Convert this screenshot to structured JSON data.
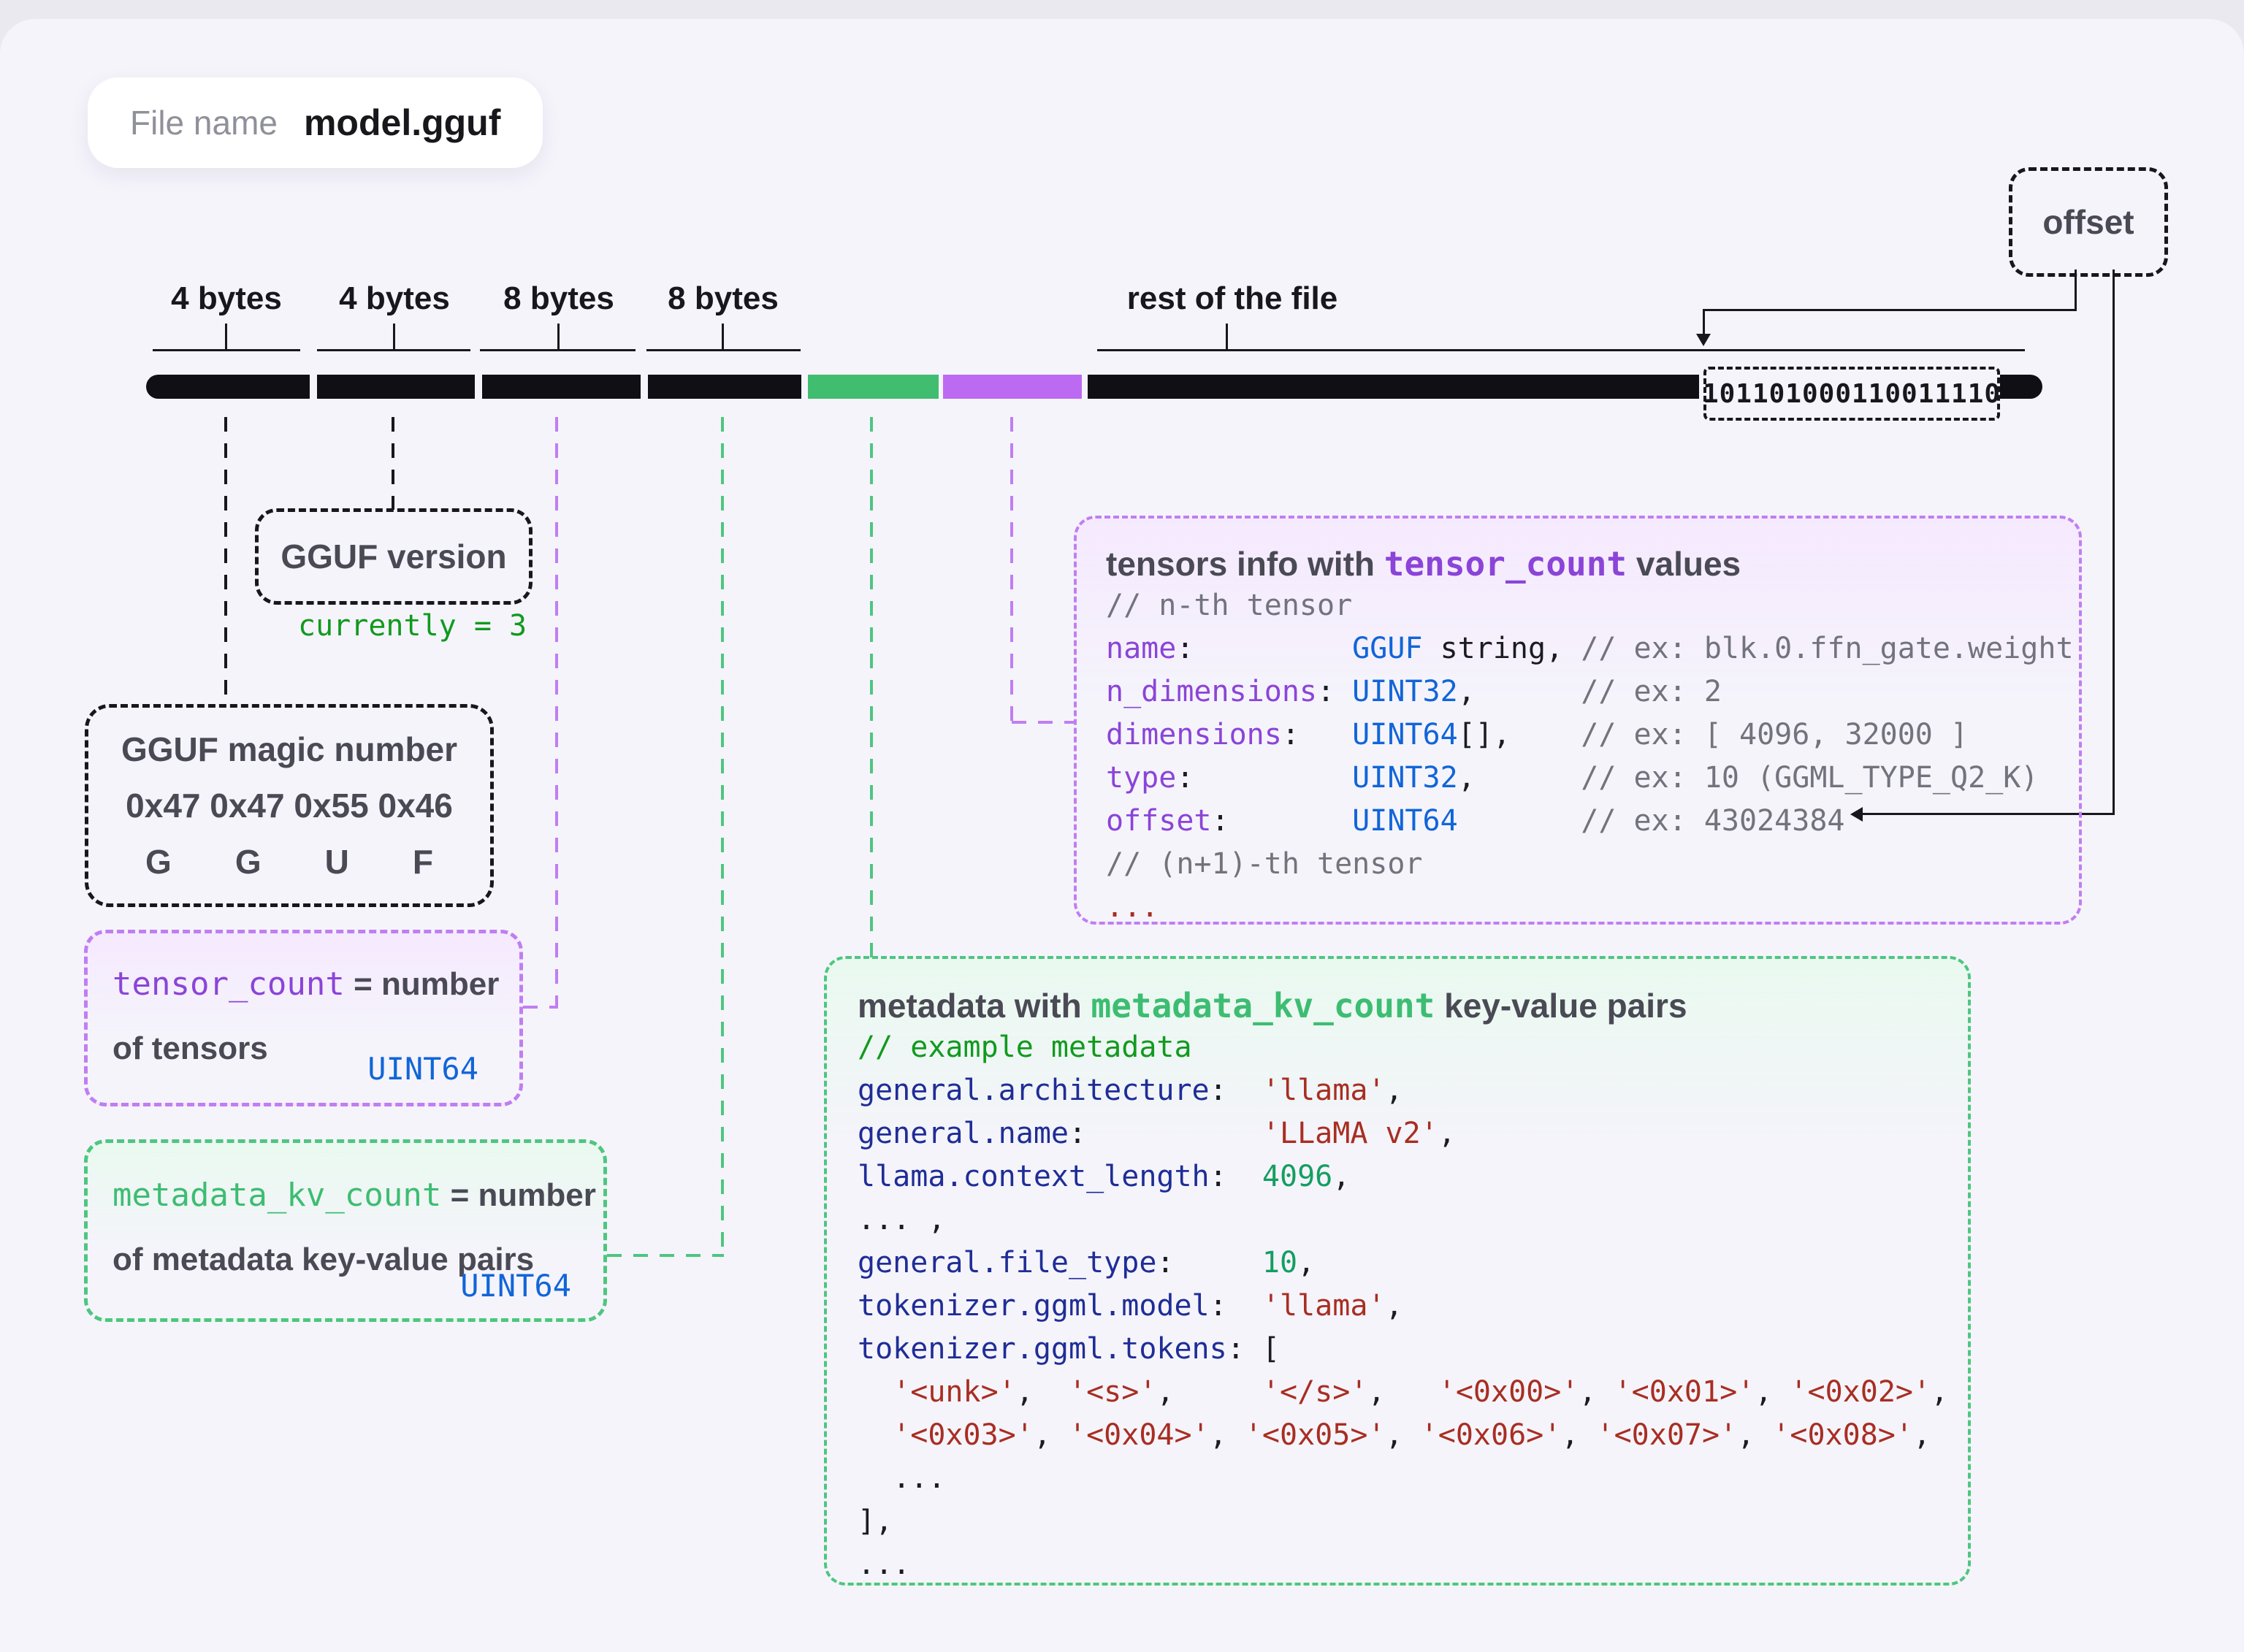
{
  "file_pill": {
    "label": "File name",
    "value": "model.gguf"
  },
  "offset_box": {
    "label": "offset"
  },
  "byte_groups": [
    {
      "label": "4 bytes"
    },
    {
      "label": "4 bytes"
    },
    {
      "label": "8 bytes"
    },
    {
      "label": "8 bytes"
    }
  ],
  "rest_of_file": {
    "label": "rest of the file"
  },
  "bar": {
    "binary": "101101000110011110",
    "segments": [
      "magic",
      "version",
      "tensor_count",
      "metadata_kv_count",
      "metadata",
      "tensors_info",
      "rest",
      "offset-binary",
      "end-cap"
    ]
  },
  "version_box": {
    "title": "GGUF version",
    "note": "currently = 3"
  },
  "magic_box": {
    "title": "GGUF magic number",
    "hex": "0x47 0x47 0x55 0x46",
    "letters": [
      {
        "ch": "G"
      },
      {
        "ch": "G"
      },
      {
        "ch": "U"
      },
      {
        "ch": "F"
      }
    ]
  },
  "tensor_count_box": {
    "id": "tensor_count",
    "eq": " = number",
    "line2": "of tensors",
    "type": "UINT64"
  },
  "metadata_kv_box": {
    "id": "metadata_kv_count",
    "eq": " = number",
    "line2": "of metadata key-value pairs",
    "type": "UINT64"
  },
  "tensors_box": {
    "title": [
      {
        "t": "tensors info with ",
        "c": "tb"
      },
      {
        "t": "tensor_count",
        "c": "tm purple"
      },
      {
        "t": " values",
        "c": "tb"
      }
    ],
    "lines": [
      [
        {
          "t": "// n-th tensor",
          "c": "g"
        }
      ],
      [
        {
          "t": "name",
          "c": "k"
        },
        {
          "t": ":",
          "c": "p"
        },
        {
          "t": "         ",
          "c": "p"
        },
        {
          "t": "GGUF",
          "c": "b"
        },
        {
          "t": " string, ",
          "c": "p"
        },
        {
          "t": "// ex: blk.0.ffn_gate.weight",
          "c": "g"
        }
      ],
      [
        {
          "t": "n_dimensions",
          "c": "k"
        },
        {
          "t": ": ",
          "c": "p"
        },
        {
          "t": "UINT32",
          "c": "b"
        },
        {
          "t": ",",
          "c": "p"
        },
        {
          "t": "      ",
          "c": "p"
        },
        {
          "t": "// ex: 2",
          "c": "g"
        }
      ],
      [
        {
          "t": "dimensions",
          "c": "k"
        },
        {
          "t": ":",
          "c": "p"
        },
        {
          "t": "   ",
          "c": "p"
        },
        {
          "t": "UINT64",
          "c": "b"
        },
        {
          "t": "[],",
          "c": "p"
        },
        {
          "t": "    ",
          "c": "p"
        },
        {
          "t": "// ex: [ 4096, 32000 ]",
          "c": "g"
        }
      ],
      [
        {
          "t": "type",
          "c": "k"
        },
        {
          "t": ":",
          "c": "p"
        },
        {
          "t": "         ",
          "c": "p"
        },
        {
          "t": "UINT32",
          "c": "b"
        },
        {
          "t": ",",
          "c": "p"
        },
        {
          "t": "      ",
          "c": "p"
        },
        {
          "t": "// ex: 10 (GGML_TYPE_Q2_K)",
          "c": "g"
        }
      ],
      [
        {
          "t": "offset",
          "c": "k"
        },
        {
          "t": ":",
          "c": "p"
        },
        {
          "t": "       ",
          "c": "p"
        },
        {
          "t": "UINT64",
          "c": "b"
        },
        {
          "t": "       ",
          "c": "p"
        },
        {
          "t": "// ex: 43024384",
          "c": "g"
        }
      ],
      [
        {
          "t": "// (n+1)-th tensor",
          "c": "g"
        }
      ],
      [
        {
          "t": "...",
          "c": "r"
        }
      ]
    ]
  },
  "metadata_box": {
    "title": [
      {
        "t": "metadata with ",
        "c": "tb"
      },
      {
        "t": "metadata_kv_count",
        "c": "tm green"
      },
      {
        "t": " key-value pairs",
        "c": "tb"
      }
    ],
    "lines": [
      [
        {
          "t": "// example metadata",
          "c": "gc"
        }
      ],
      [
        {
          "t": "general.architecture",
          "c": "nk"
        },
        {
          "t": ":",
          "c": "p"
        },
        {
          "t": "  ",
          "c": "p"
        },
        {
          "t": "'llama'",
          "c": "s"
        },
        {
          "t": ",",
          "c": "p"
        }
      ],
      [
        {
          "t": "general.name",
          "c": "nk"
        },
        {
          "t": ":",
          "c": "p"
        },
        {
          "t": "          ",
          "c": "p"
        },
        {
          "t": "'LLaMA v2'",
          "c": "s"
        },
        {
          "t": ",",
          "c": "p"
        }
      ],
      [
        {
          "t": "llama.context_length",
          "c": "nk"
        },
        {
          "t": ":",
          "c": "p"
        },
        {
          "t": "  ",
          "c": "p"
        },
        {
          "t": "4096",
          "c": "n"
        },
        {
          "t": ",",
          "c": "p"
        }
      ],
      [
        {
          "t": "... ,",
          "c": "p"
        }
      ],
      [
        {
          "t": "general.file_type",
          "c": "nk"
        },
        {
          "t": ":",
          "c": "p"
        },
        {
          "t": "     ",
          "c": "p"
        },
        {
          "t": "10",
          "c": "n"
        },
        {
          "t": ",",
          "c": "p"
        }
      ],
      [
        {
          "t": "tokenizer.ggml.model",
          "c": "nk"
        },
        {
          "t": ":",
          "c": "p"
        },
        {
          "t": "  ",
          "c": "p"
        },
        {
          "t": "'llama'",
          "c": "s"
        },
        {
          "t": ",",
          "c": "p"
        }
      ],
      [
        {
          "t": "tokenizer.ggml.tokens",
          "c": "nk"
        },
        {
          "t": ":",
          "c": "p"
        },
        {
          "t": " [",
          "c": "p"
        }
      ],
      [
        {
          "t": "  ",
          "c": "p"
        },
        {
          "t": "'<unk>'",
          "c": "s"
        },
        {
          "t": ",  ",
          "c": "p"
        },
        {
          "t": "'<s>'",
          "c": "s"
        },
        {
          "t": ",     ",
          "c": "p"
        },
        {
          "t": "'</s>'",
          "c": "s"
        },
        {
          "t": ",   ",
          "c": "p"
        },
        {
          "t": "'<0x00>'",
          "c": "s"
        },
        {
          "t": ", ",
          "c": "p"
        },
        {
          "t": "'<0x01>'",
          "c": "s"
        },
        {
          "t": ", ",
          "c": "p"
        },
        {
          "t": "'<0x02>'",
          "c": "s"
        },
        {
          "t": ",",
          "c": "p"
        }
      ],
      [
        {
          "t": "  ",
          "c": "p"
        },
        {
          "t": "'<0x03>'",
          "c": "s"
        },
        {
          "t": ", ",
          "c": "p"
        },
        {
          "t": "'<0x04>'",
          "c": "s"
        },
        {
          "t": ", ",
          "c": "p"
        },
        {
          "t": "'<0x05>'",
          "c": "s"
        },
        {
          "t": ", ",
          "c": "p"
        },
        {
          "t": "'<0x06>'",
          "c": "s"
        },
        {
          "t": ", ",
          "c": "p"
        },
        {
          "t": "'<0x07>'",
          "c": "s"
        },
        {
          "t": ", ",
          "c": "p"
        },
        {
          "t": "'<0x08>'",
          "c": "s"
        },
        {
          "t": ",",
          "c": "p"
        }
      ],
      [
        {
          "t": "  ...",
          "c": "p"
        }
      ],
      [
        {
          "t": "],",
          "c": "p"
        }
      ],
      [
        {
          "t": "...",
          "c": "p"
        }
      ]
    ]
  },
  "colors": {
    "background": "#f5f4fb",
    "band": "#e9e9ef",
    "bar_black": "#101014",
    "segment_green": "#41bd70",
    "segment_purple": "#bd6af2",
    "border_purple": "#c07ef2",
    "border_green": "#4ec67f",
    "box_text": "#4a4a55",
    "label_dark": "#17171c",
    "muted_label": "#90909b",
    "mono_purple": "#8b44d8",
    "mono_green": "#3dbd72",
    "mono_blue": "#1165d8",
    "key_navy": "#1f2d96",
    "string_red": "#a82e22",
    "number_green": "#149e60",
    "comment_gray": "#73737d",
    "comment_green": "#119a1e",
    "plain_dark": "#1b1b22",
    "tint_purple": "#f5e9fe",
    "tint_green": "#e9f9ef"
  }
}
